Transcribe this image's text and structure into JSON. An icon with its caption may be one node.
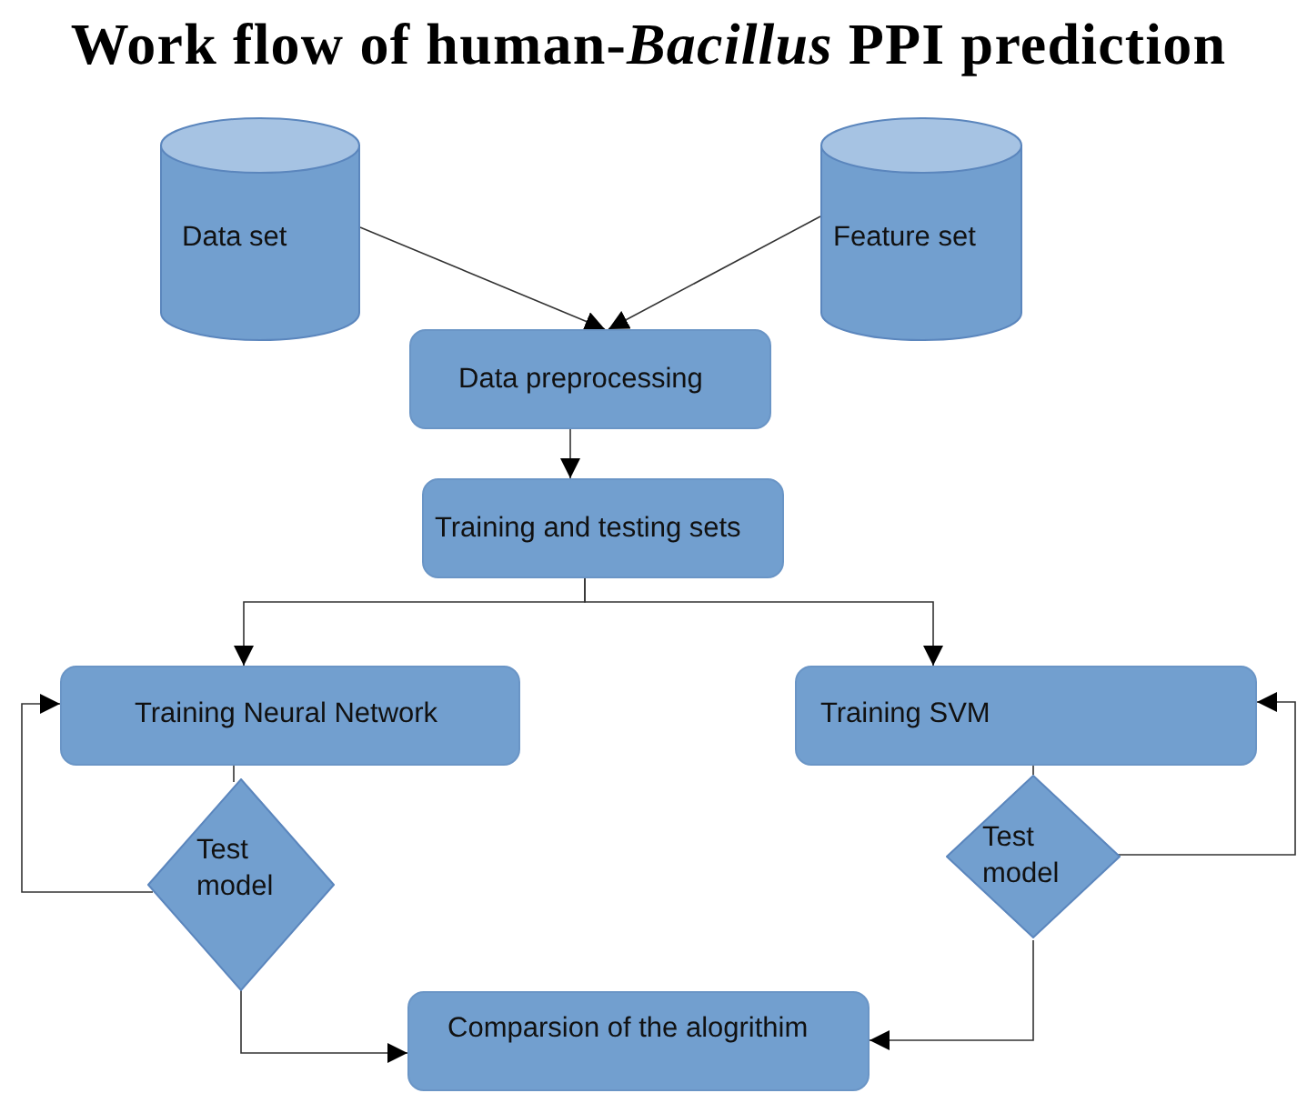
{
  "diagram": {
    "title": "Work flow of human-*Bacillus* PPI prediction",
    "nodes": [
      {
        "text": [
          "Data set"
        ]
      },
      {
        "text": [
          "Feature set"
        ]
      },
      {
        "text": [
          "Data preprocessing"
        ]
      },
      {
        "text": [
          "Training and testing sets"
        ]
      },
      {
        "text": [
          "Training Neural Network"
        ]
      },
      {
        "text": [
          "Training SVM"
        ]
      },
      {
        "text": [
          "Test model"
        ]
      },
      {
        "text": [
          "Test model"
        ]
      },
      {
        "text": [
          "Comparsion of the alogrithim"
        ]
      }
    ],
    "edges": [
      {
        "from": 0,
        "to": 2,
        "arrow": "to"
      },
      {
        "from": 1,
        "to": 2,
        "arrow": "to"
      },
      {
        "from": 2,
        "to": 3,
        "arrow": "to"
      },
      {
        "from": 3,
        "to": 4,
        "arrow": "to"
      },
      {
        "from": 3,
        "to": 5,
        "arrow": "to"
      },
      {
        "from": 4,
        "to": 6,
        "arrow": "none"
      },
      {
        "from": 6,
        "to": 4,
        "arrow": "to"
      },
      {
        "from": 5,
        "to": 7,
        "arrow": "none"
      },
      {
        "from": 7,
        "to": 5,
        "arrow": "to"
      },
      {
        "from": 6,
        "to": 8,
        "arrow": "to"
      },
      {
        "from": 7,
        "to": 8,
        "arrow": "to"
      }
    ]
  }
}
